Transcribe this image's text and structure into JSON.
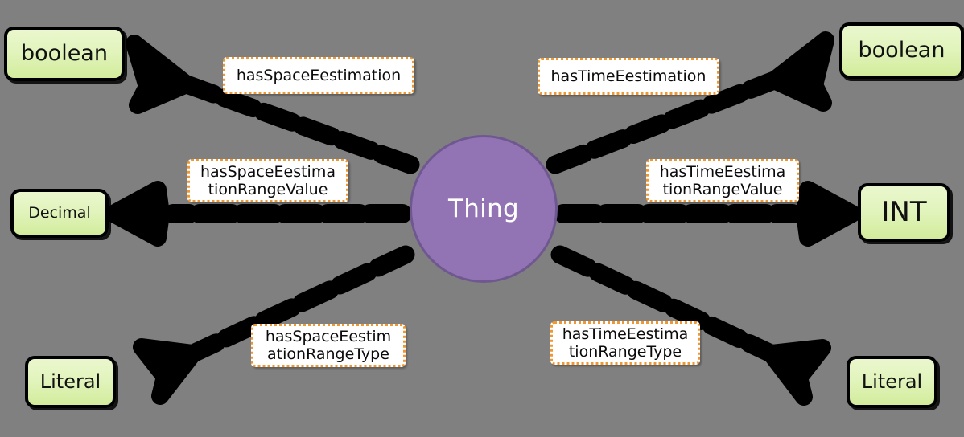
{
  "diagram": {
    "title": "Thing ontology datatype property diagram",
    "background_color": "#808080",
    "edge_color": "#000000",
    "node_fill": "#e2f4bd",
    "node_stroke": "#000000",
    "center_fill": "#9274b4",
    "center_stroke": "#6f5890",
    "label_border_color": "#f0972f",
    "label_fill": "#ffffff"
  },
  "center": {
    "label": "Thing"
  },
  "nodes": [
    {
      "id": "boolean-top-left",
      "label": "boolean"
    },
    {
      "id": "decimal-mid-left",
      "label": "Decimal"
    },
    {
      "id": "literal-bottom-left",
      "label": "Literal"
    },
    {
      "id": "boolean-top-right",
      "label": "boolean"
    },
    {
      "id": "int-mid-right",
      "label": "INT"
    },
    {
      "id": "literal-bottom-right",
      "label": "Literal"
    }
  ],
  "edges": [
    {
      "id": "edge-has-space-eestimation",
      "label": "hasSpaceEestimation",
      "target": "boolean-top-left",
      "direction": "up-left"
    },
    {
      "id": "edge-has-space-eestimation-range-value",
      "label": "hasSpaceEestima\ntionRangeValue",
      "target": "decimal-mid-left",
      "direction": "left"
    },
    {
      "id": "edge-has-space-eestimation-range-type",
      "label": "hasSpaceEestim\nationRangeType",
      "target": "literal-bottom-left",
      "direction": "down-left"
    },
    {
      "id": "edge-has-time-eestimation",
      "label": "hasTimeEestimation",
      "target": "boolean-top-right",
      "direction": "up-right"
    },
    {
      "id": "edge-has-time-eestimation-range-value",
      "label": "hasTimeEestima\ntionRangeValue",
      "target": "int-mid-right",
      "direction": "right"
    },
    {
      "id": "edge-has-time-eestimation-range-type",
      "label": "hasTimeEestima\ntionRangeType",
      "target": "literal-bottom-right",
      "direction": "down-right"
    }
  ]
}
